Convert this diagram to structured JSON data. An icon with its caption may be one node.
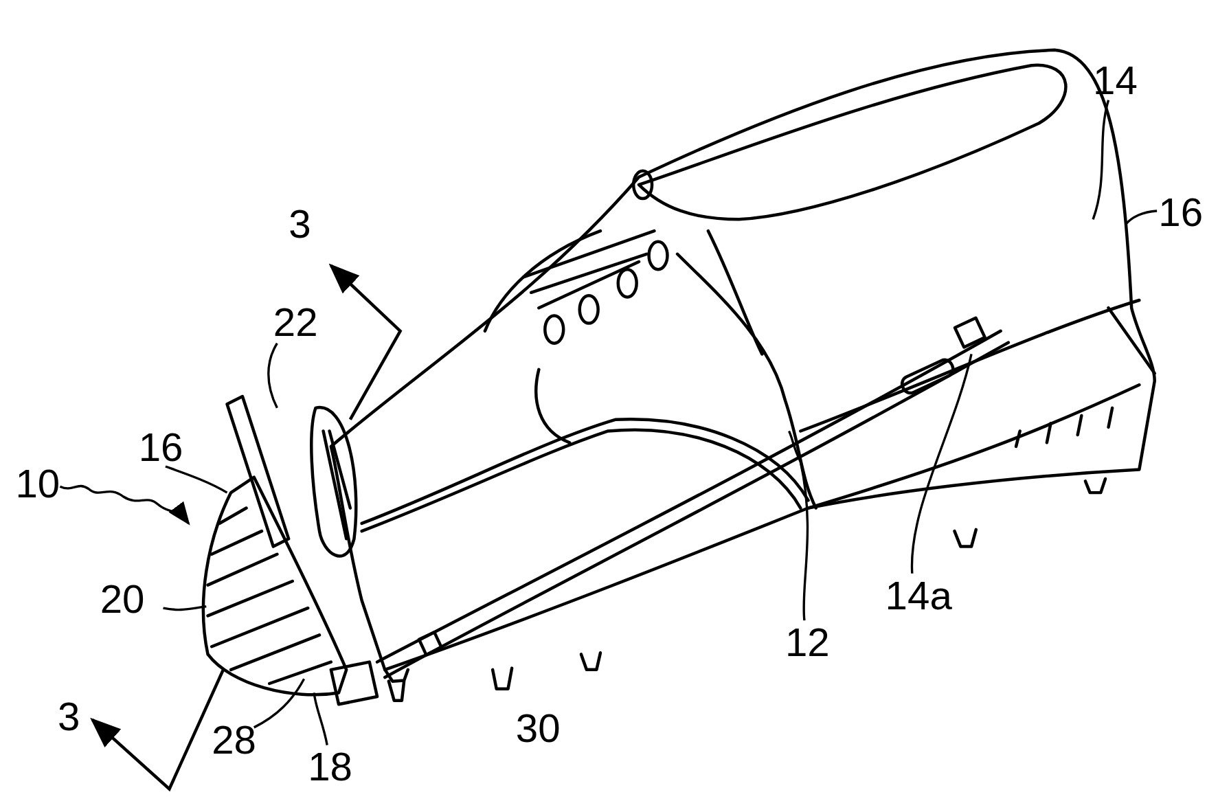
{
  "diagram": {
    "nodes": [
      {
        "text": [
          "22"
        ]
      },
      {
        "text": [
          "16"
        ]
      },
      {
        "text": [
          "10"
        ]
      },
      {
        "text": [
          "20"
        ]
      },
      {
        "text": [
          "28"
        ]
      },
      {
        "text": [
          "18"
        ]
      },
      {
        "text": [
          "12"
        ]
      },
      {
        "text": [
          "14a"
        ]
      },
      {
        "text": [
          "14"
        ]
      },
      {
        "text": [
          "16"
        ]
      }
    ],
    "edges": [
      {
        "from": 0,
        "to": null,
        "arrow": "none"
      },
      {
        "from": 1,
        "to": null,
        "arrow": "none"
      },
      {
        "from": 2,
        "to": null,
        "arrow": "to"
      },
      {
        "from": 3,
        "to": null,
        "arrow": "none"
      },
      {
        "from": 4,
        "to": null,
        "arrow": "none"
      },
      {
        "from": 5,
        "to": null,
        "arrow": "none"
      },
      {
        "from": 6,
        "to": null,
        "arrow": "none"
      },
      {
        "from": 7,
        "to": null,
        "arrow": "none"
      },
      {
        "from": 8,
        "to": null,
        "arrow": "none"
      },
      {
        "from": 9,
        "to": null,
        "arrow": "none"
      }
    ],
    "labels": [
      "3",
      "3",
      "30"
    ]
  }
}
